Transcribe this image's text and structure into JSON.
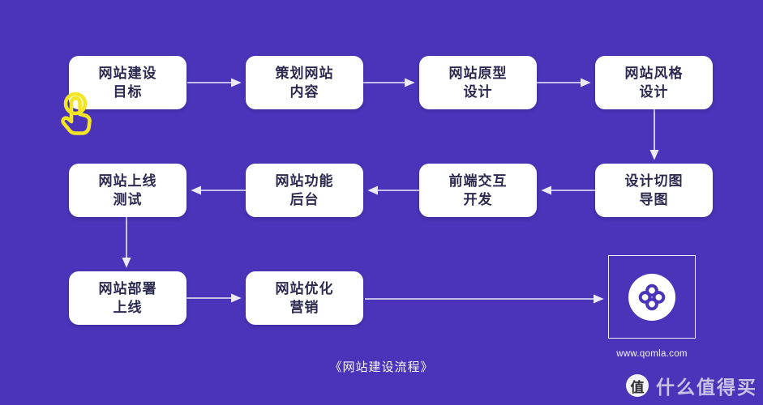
{
  "diagram": {
    "caption": "《网站建设流程》",
    "nodes": [
      {
        "line1": "网站建设",
        "line2": "目标"
      },
      {
        "line1": "策划网站",
        "line2": "内容"
      },
      {
        "line1": "网站原型",
        "line2": "设计"
      },
      {
        "line1": "网站风格",
        "line2": "设计"
      },
      {
        "line1": "网站上线",
        "line2": "测试"
      },
      {
        "line1": "网站功能",
        "line2": "后台"
      },
      {
        "line1": "前端交互",
        "line2": "开发"
      },
      {
        "line1": "设计切图",
        "line2": "导图"
      },
      {
        "line1": "网站部署",
        "line2": "上线"
      },
      {
        "line1": "网站优化",
        "line2": "营销"
      }
    ],
    "flow_order_row1": "left-to-right",
    "flow_order_row2": "right-to-left",
    "flow_order_row3": "left-to-right"
  },
  "logo": {
    "site_url": "www.qomla.com"
  },
  "watermark": {
    "badge_char": "值",
    "brand_text": "什么值得买"
  },
  "colors": {
    "background": "#4B34B9",
    "node_background": "#FFFFFF",
    "node_text": "#2B2950",
    "connector": "#EDEBFA",
    "tap_cursor_yellow": "#F3E524",
    "logo_glyph": "#4B34B9"
  }
}
